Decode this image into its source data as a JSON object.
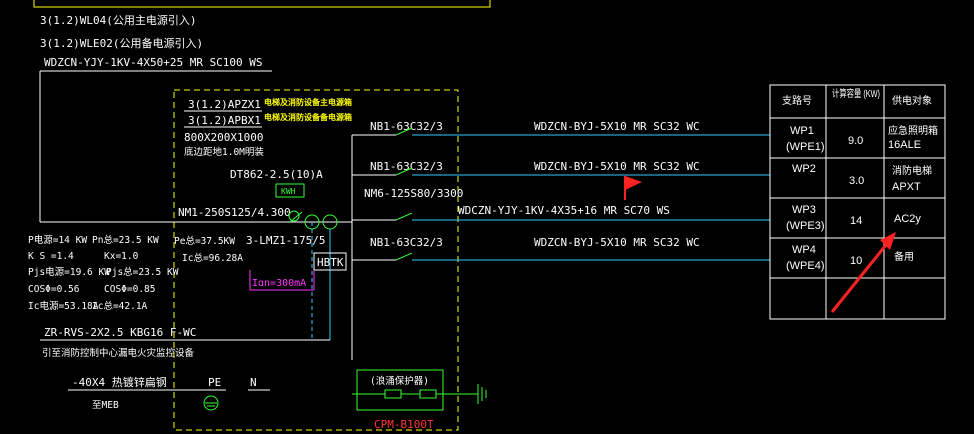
{
  "feeders": {
    "main_source": "3(1.2)WL04(公用主电源引入)",
    "backup_source": "3(1.2)WLE02(公用备电源引入)",
    "incoming_cable": "WDZCN-YJY-1KV-4X50+25  MR  SC100  WS"
  },
  "panel": {
    "name1": "3(1.2)APZX1",
    "name2": "3(1.2)APBX1",
    "note1": "电梯及消防设备主电源箱",
    "note2": "电梯及消防设备备电源箱",
    "size": "800X200X1000",
    "install": "底边距地1.0M明装",
    "meter": "DT862-2.5(10)A",
    "kwh": "KWH",
    "main_breaker": "NM1-250S125/4.300",
    "rcd": "3-LMZ1-175/5",
    "hbtk": "HBTK",
    "leak": "Iɑn=300mA",
    "pe_calc": "Pe总=37.5KW",
    "ic_calc": "Ic总=96.28A",
    "spd_box_label": "(浪涌保护器)",
    "spd_model": "CPM-B100T"
  },
  "calc": {
    "p": "P电源=14 KW",
    "k": "K S =1.4",
    "pjs": "Pjs电源=19.6 KW",
    "cos": "COSΦ=0.56",
    "ic": "Ic电源=53.18A",
    "pn": "Pn总=23.5 KW",
    "kx": "Kx=1.0",
    "pjs2": "Pjs总=23.5 KW",
    "cos2": "COSΦ=0.85",
    "ic2": "Ic总=42.1A"
  },
  "fire": {
    "cable": "ZR-RVS-2X2.5  KBG16  F-WC",
    "desc": "引至消防控制中心漏电火灾监控设备"
  },
  "ground": {
    "cable": "-40X4 热镀锌扁钢",
    "to": "至MEB",
    "pe": "PE",
    "n": "N"
  },
  "circuits": [
    {
      "breaker": "NB1-63C32/3",
      "cable": "WDZCN-BYJ-5X10  MR  SC32  WC"
    },
    {
      "breaker": "NB1-63C32/3",
      "cable": "WDZCN-BYJ-5X10  MR  SC32  WC"
    },
    {
      "breaker": "NM6-125S80/3300",
      "cable": "WDCZN-YJY-1KV-4X35+16  MR  SC70  WS"
    },
    {
      "breaker": "NB1-63C32/3",
      "cable": "WDZCN-BYJ-5X10  MR  SC32  WC"
    }
  ],
  "table": {
    "headers": [
      "支路号",
      "计算容量 (KW)",
      "供电对象"
    ],
    "rows": [
      {
        "id": "WP1",
        "id2": "(WPE1)",
        "kw": "9.0",
        "obj": "应急照明箱",
        "obj2": "16ALE"
      },
      {
        "id": "WP2",
        "id2": "",
        "kw": "3.0",
        "obj": "消防电梯",
        "obj2": "APXT"
      },
      {
        "id": "WP3",
        "id2": "(WPE3)",
        "kw": "14",
        "obj": "AC2y",
        "obj2": ""
      },
      {
        "id": "WP4",
        "id2": "(WPE4)",
        "kw": "10",
        "obj": "备用",
        "obj2": ""
      },
      {
        "id": "",
        "id2": "",
        "kw": "",
        "obj": "",
        "obj2": ""
      }
    ]
  },
  "colors": {
    "cyan": "#33ccff",
    "yellow": "#ffff00",
    "white": "#ffffff",
    "red": "#ff2222",
    "green": "#33ff33",
    "magenta": "#ff33ff"
  }
}
